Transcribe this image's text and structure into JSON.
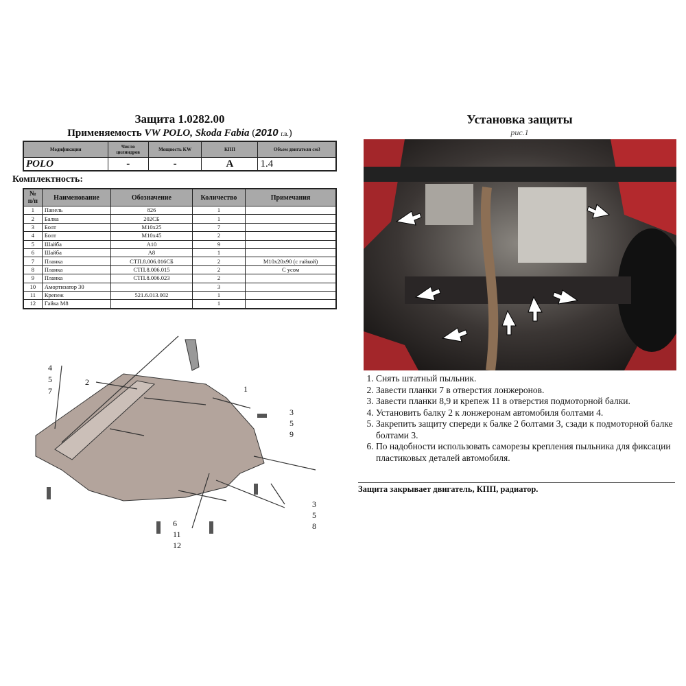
{
  "left": {
    "title": "Защита 1.0282.00",
    "applicability_prefix": "Применяемость ",
    "applicability_models": "VW POLO, Skoda Fabia",
    "applicability_year": "2010",
    "applicability_suffix": "г.в.",
    "spec_table": {
      "headers": [
        "Модификация",
        "Число цилиндров",
        "Мощность KW",
        "КПП",
        "Объем двигателя см3"
      ],
      "row": [
        "POLO",
        "-",
        "-",
        "A",
        "1.4"
      ]
    },
    "kit_heading": "Комплектность:",
    "parts_table": {
      "headers": [
        "№ п/п",
        "Наименование",
        "Обозначение",
        "Количество",
        "Примечания"
      ],
      "rows": [
        [
          "1",
          "Панель",
          "826",
          "1",
          ""
        ],
        [
          "2",
          "Балка",
          "202СБ",
          "1",
          ""
        ],
        [
          "3",
          "Болт",
          "M10x25",
          "7",
          ""
        ],
        [
          "4",
          "Болт",
          "M10x45",
          "2",
          ""
        ],
        [
          "5",
          "Шайба",
          "A10",
          "9",
          ""
        ],
        [
          "6",
          "Шайба",
          "A8",
          "1",
          ""
        ],
        [
          "7",
          "Планка",
          "СТП.8.006.016СБ",
          "2",
          "M10x20x90 (с гайкой)"
        ],
        [
          "8",
          "Планка",
          "СТП.8.006.015",
          "2",
          "С усом"
        ],
        [
          "9",
          "Планка",
          "СТП.8.006.023",
          "2",
          ""
        ],
        [
          "10",
          "Амортизатор 30",
          "",
          "3",
          ""
        ],
        [
          "11",
          "Крепеж",
          "521.6.013.002",
          "1",
          ""
        ],
        [
          "12",
          "Гайка M8",
          "",
          "1",
          ""
        ]
      ]
    },
    "diagram_labels": {
      "a": [
        "4",
        "5",
        "7"
      ],
      "b": "2",
      "c": "1",
      "d": [
        "3",
        "5",
        "9"
      ],
      "e": [
        "3",
        "5",
        "8"
      ],
      "f": [
        "6",
        "11",
        "12"
      ]
    }
  },
  "right": {
    "title": "Установка защиты",
    "figure_caption": "рис.1",
    "steps": [
      "Снять штатный пыльник.",
      "Завести планки 7 в отверстия лонжеронов.",
      "Завести планки 8,9 и крепеж 11 в отверстия подмоторной балки.",
      "Установить балку 2 к лонжеронам автомобиля болтами 4.",
      "Закрепить защиту спереди к балке 2 болтами 3, сзади к подмоторной балке болтами 3.",
      "По надобности использовать саморезы крепления пыльника для фиксации пластиковых деталей автомобиля."
    ],
    "note": "Защита закрывает двигатель, КПП, радиатор."
  }
}
